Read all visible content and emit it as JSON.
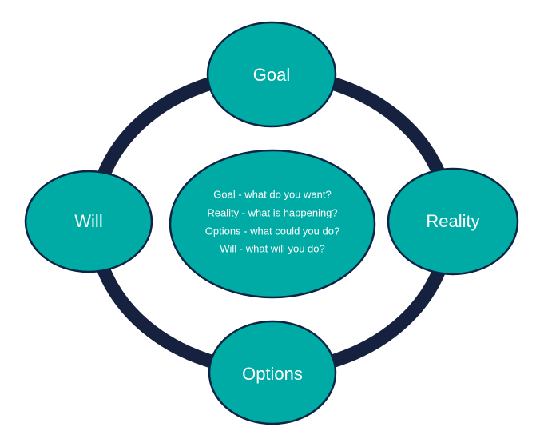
{
  "colors": {
    "node_fill": "#00ABA5",
    "ring": "#15213F",
    "node_outline": "#0E2444",
    "text": "#FFFFFF"
  },
  "nodes": {
    "goal": "Goal",
    "reality": "Reality",
    "options": "Options",
    "will": "Will"
  },
  "center": {
    "lines": [
      "Goal - what do you want?",
      "Reality - what is happening?",
      "Options - what could you do?",
      "Will - what will you do?"
    ]
  }
}
